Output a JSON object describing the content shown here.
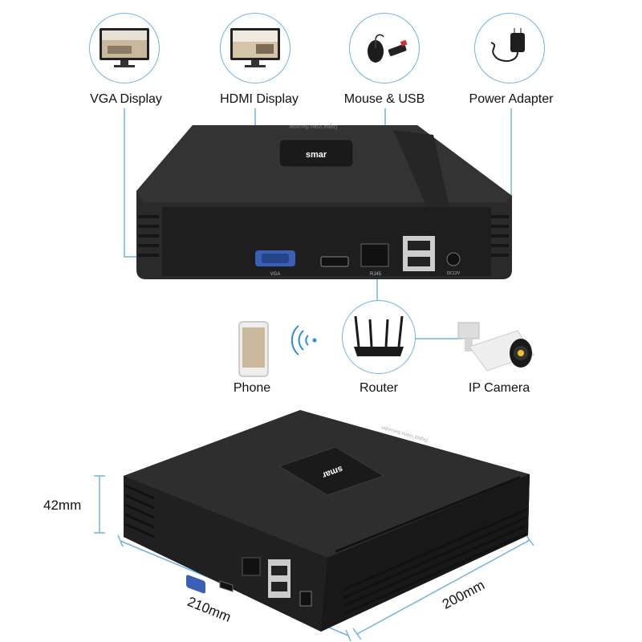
{
  "devices": {
    "vga_display": "VGA Display",
    "hdmi_display": "HDMI Display",
    "mouse_usb": "Mouse & USB",
    "power_adapter": "Power Adapter",
    "phone": "Phone",
    "router": "Router",
    "ip_camera": "IP Camera"
  },
  "nvr": {
    "brand": "smar",
    "model_text": "Digital Video Recorder",
    "port_vga": "VGA",
    "port_rj45": "RJ45",
    "port_power": "DC12V"
  },
  "dimensions": {
    "height": "42mm",
    "width": "210mm",
    "depth": "200mm"
  },
  "colors": {
    "line": "#6fb3e0",
    "device_body": "#2a2a2a",
    "vga_port": "#3b5fb5"
  },
  "icons": [
    "monitor-icon",
    "mouse-icon",
    "usb-drive-icon",
    "power-adapter-icon",
    "phone-icon",
    "wifi-icon",
    "router-icon",
    "camera-icon"
  ]
}
